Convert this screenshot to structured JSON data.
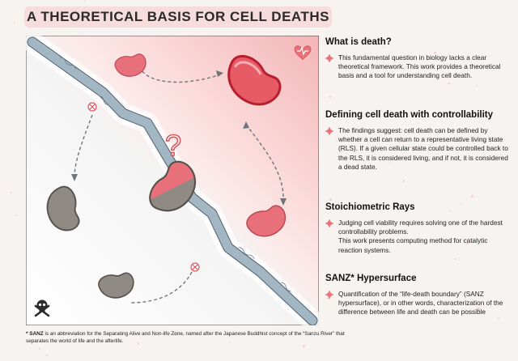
{
  "title": "A THEORETICAL BASIS FOR CELL DEATHS",
  "sections": [
    {
      "heading": "What is death?",
      "body": "This fundamental question in biology lacks a clear theoretical framework. This work provides a theoretical basis and a tool for understanding cell death."
    },
    {
      "heading": "Defining cell death with controllability",
      "body": "The findings suggest: cell death can be defined by whether a cell can return to a representative living state (RLS). If a given cellular state could be controlled back to the RLS, it is considered living, and if not, it is considered a dead state."
    },
    {
      "heading": "Stoichiometric Rays",
      "body": "Judging cell viability requires solving one of the hardest controllability problems.",
      "body2": "This work presents computing method for catalytic reaction systems."
    },
    {
      "heading": "SANZ* Hypersurface",
      "body": "Quantification of the “life-death boundary” (SANZ hypersurface), or in other words, characterization of the difference between life and death can be possible"
    }
  ],
  "footnote": {
    "term": "* SANZ",
    "text": " is an abbreviation for the Separating Alive and Non-life Zone, named after the Japanese Buddhist concept of the “Sanzu River” that separates the world of life and the afterlife."
  },
  "diagram": {
    "question_mark": "?",
    "icons": [
      "heart-monitor-icon",
      "skull-crossbones-icon",
      "no-entry-icon"
    ],
    "colors": {
      "alive": "#e8707a",
      "alive_highlight": "#d63a48",
      "dead": "#8f8a84",
      "river": "#9eb2c0",
      "accent": "#e96f78"
    }
  }
}
